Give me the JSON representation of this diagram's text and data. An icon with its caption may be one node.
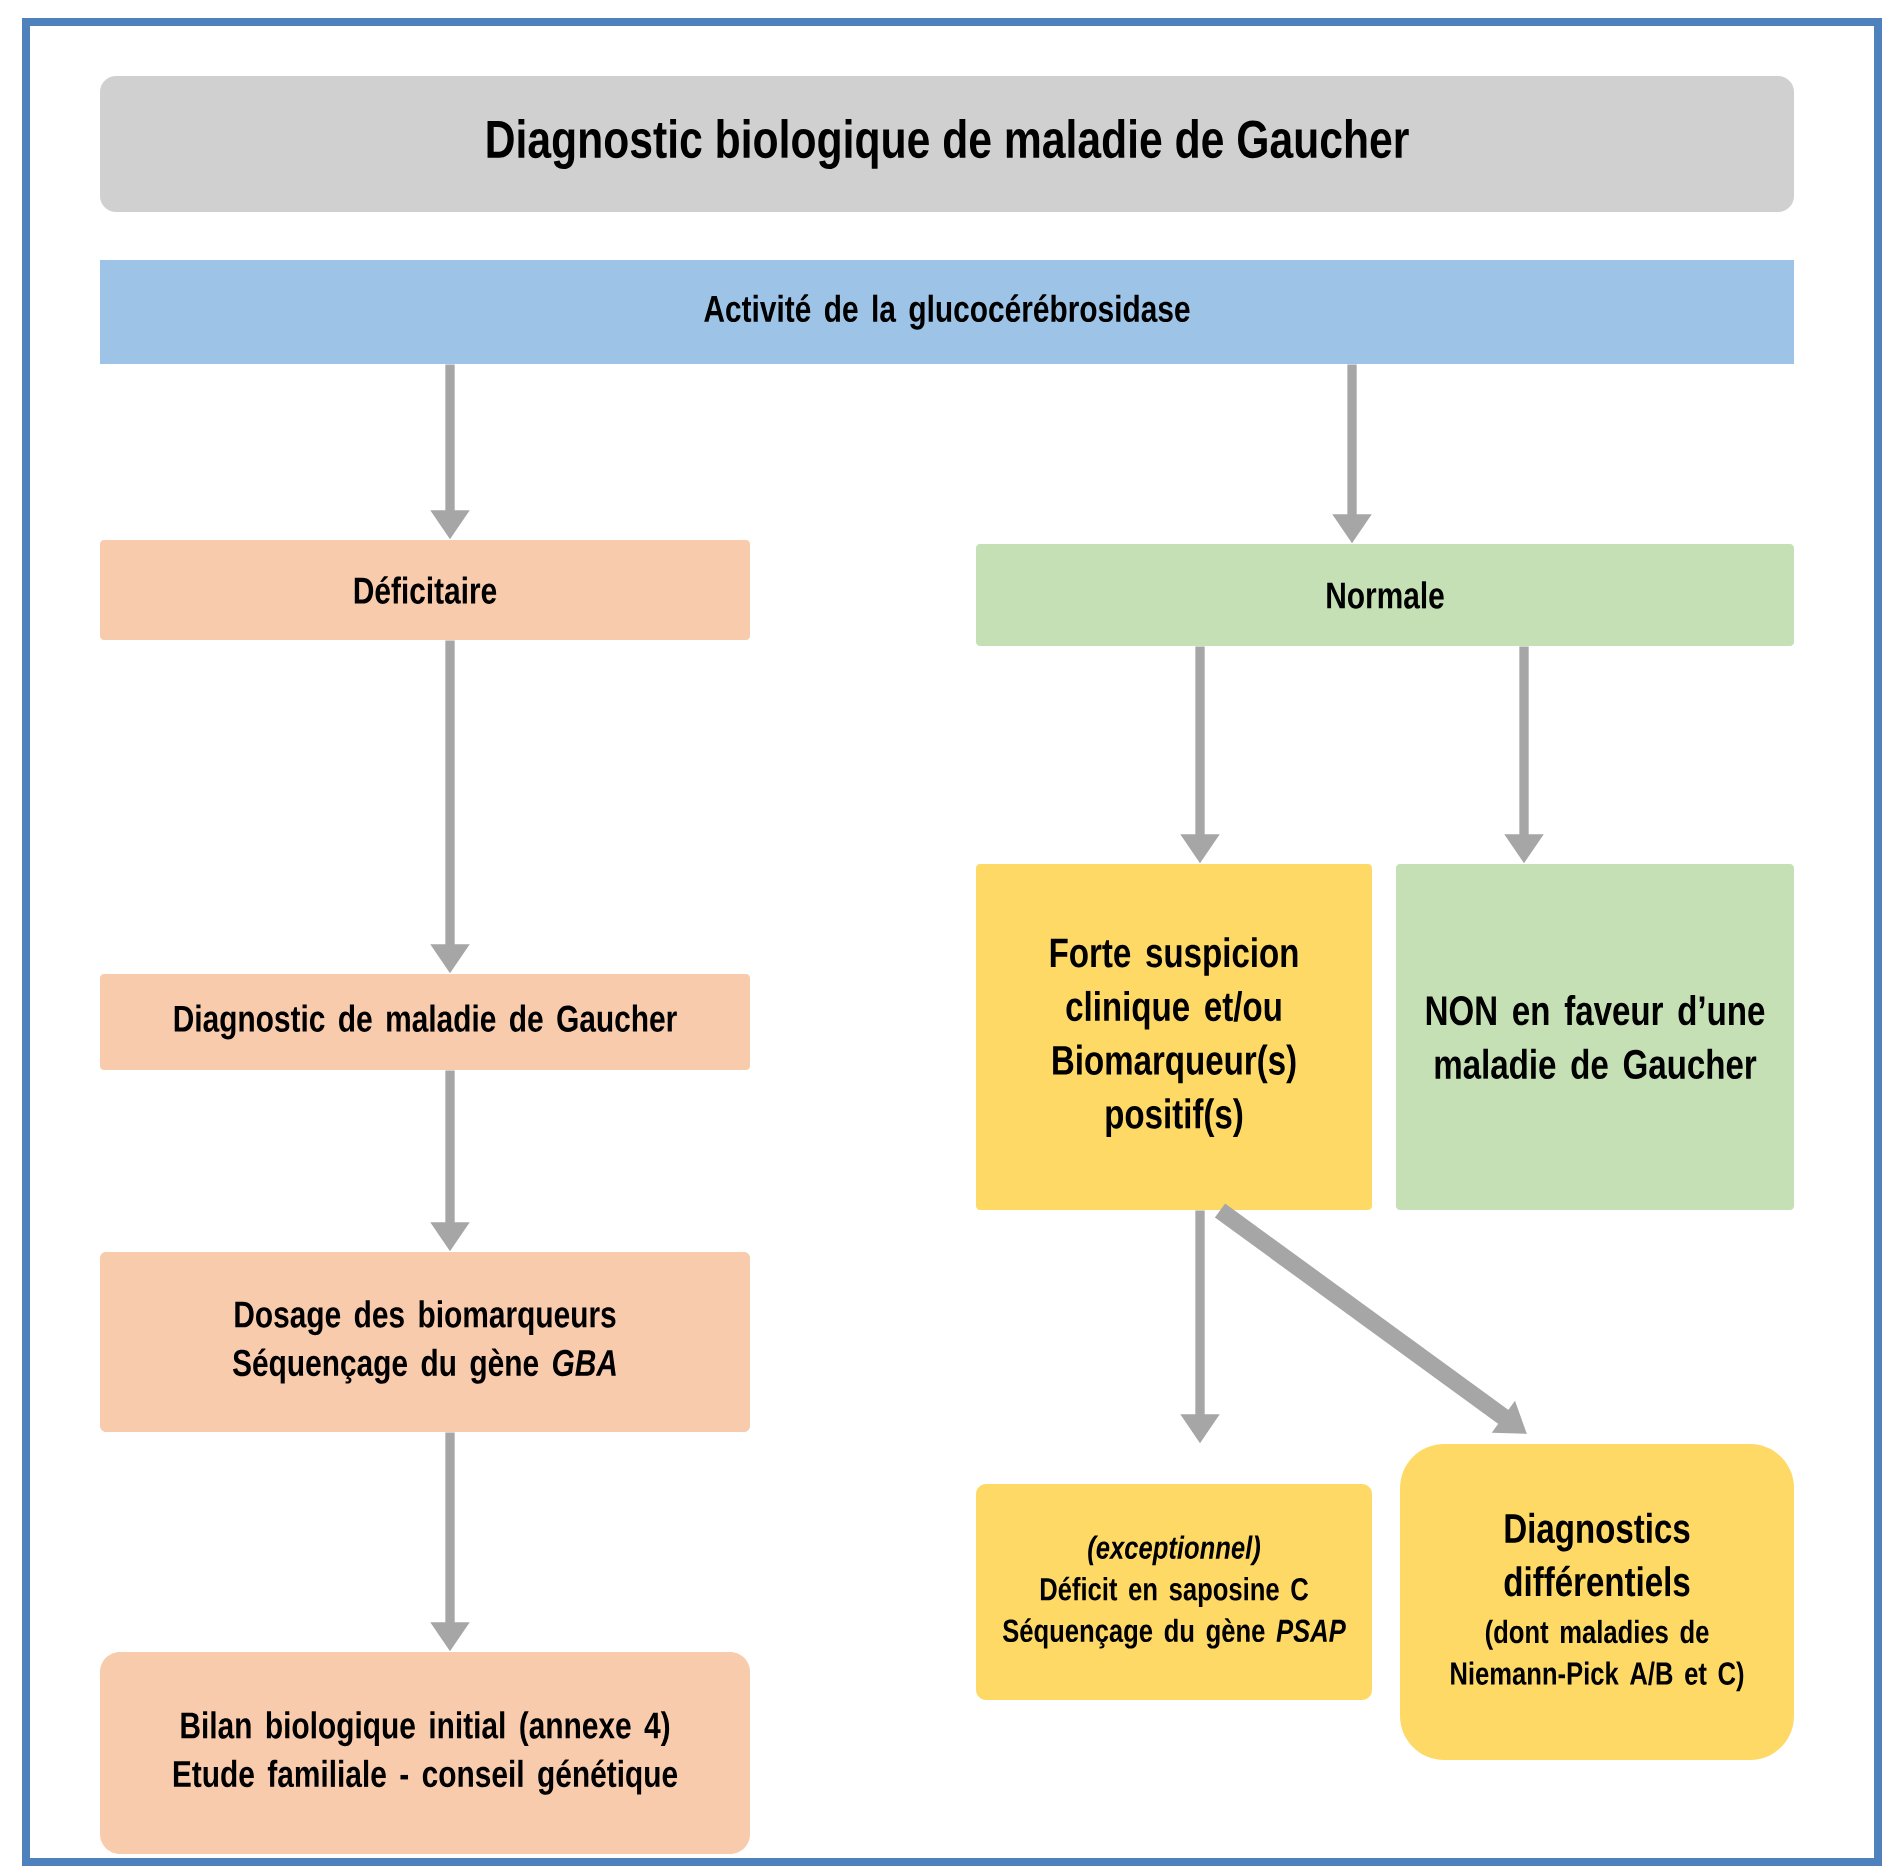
{
  "diagram": {
    "title": "Diagnostic biologique de maladie de Gaucher",
    "nodes": [
      {
        "text": [
          "Activité de la glucocérébrosidase"
        ]
      },
      {
        "text": [
          "Déficitaire"
        ]
      },
      {
        "text": [
          "Normale"
        ]
      },
      {
        "text": [
          "Diagnostic de maladie de Gaucher"
        ]
      },
      {
        "text": [
          "Forte suspicion clinique et/ou Biomarqueur(s) positif(s)"
        ]
      },
      {
        "text": [
          "NON en faveur d’une maladie de Gaucher"
        ]
      },
      {
        "text": [
          "Dosage des biomarqueurs",
          "Séquençage du gène *GBA*"
        ]
      },
      {
        "text": [
          "(exceptionnel)",
          "Déficit en saposine C",
          "Séquençage du gène *PSAP*"
        ]
      },
      {
        "text": [
          "Diagnostics différentiels",
          "(dont maladies de Niemann-Pick A/B et C)"
        ]
      },
      {
        "text": [
          "Bilan biologique initial (annexe 4)",
          "Etude familiale - conseil génétique"
        ]
      }
    ],
    "edges": [
      {
        "from": 0,
        "to": 1,
        "arrow": "to"
      },
      {
        "from": 0,
        "to": 2,
        "arrow": "to"
      },
      {
        "from": 1,
        "to": 3,
        "arrow": "to"
      },
      {
        "from": 3,
        "to": 6,
        "arrow": "to"
      },
      {
        "from": 6,
        "to": 9,
        "arrow": "to"
      },
      {
        "from": 2,
        "to": 4,
        "arrow": "to"
      },
      {
        "from": 2,
        "to": 5,
        "arrow": "to"
      },
      {
        "from": 4,
        "to": 7,
        "arrow": "to"
      },
      {
        "from": 4,
        "to": 8,
        "arrow": "to",
        "style": "thick"
      }
    ]
  }
}
